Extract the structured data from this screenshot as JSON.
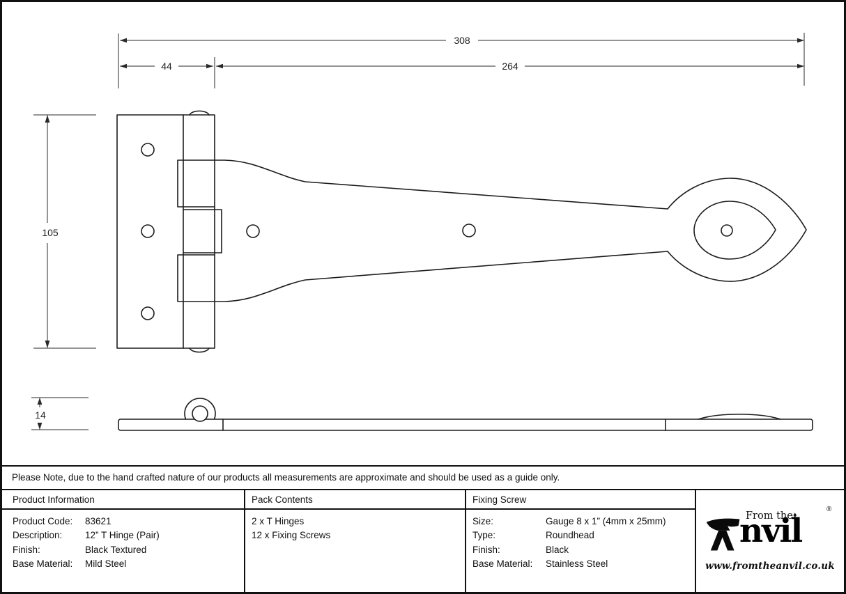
{
  "colors": {
    "ink": "#111111",
    "drawing_line": "#1c1c1c",
    "dimension_line": "#2a2a2a",
    "background": "#ffffff"
  },
  "drawing": {
    "dimensions": {
      "overall_length": "308",
      "plate_width": "44",
      "strap_length": "264",
      "plate_height": "105",
      "thickness": "14"
    }
  },
  "note": {
    "text": "Please Note, due to the hand crafted nature of our products all measurements are approximate and should be used as a guide only."
  },
  "table": {
    "product_information": {
      "header": "Product Information",
      "rows": [
        {
          "label": "Product Code:",
          "value": "83621"
        },
        {
          "label": "Description:",
          "value": "12” T Hinge (Pair)"
        },
        {
          "label": "Finish:",
          "value": "Black Textured"
        },
        {
          "label": "Base Material:",
          "value": "Mild Steel"
        }
      ]
    },
    "pack_contents": {
      "header": "Pack Contents",
      "lines": [
        "2 x T Hinges",
        "12 x Fixing Screws"
      ]
    },
    "fixing_screw": {
      "header": "Fixing Screw",
      "rows": [
        {
          "label": "Size:",
          "value": "Gauge 8 x 1” (4mm x 25mm)"
        },
        {
          "label": "Type:",
          "value": "Roundhead"
        },
        {
          "label": "Finish:",
          "value": "Black"
        },
        {
          "label": "Base Material:",
          "value": "Stainless Steel"
        }
      ]
    }
  },
  "logo": {
    "prefix": "From the",
    "wordmark_rest": "nvil",
    "diamond": "♦",
    "registered": "®",
    "website": "www.fromtheanvil.co.uk"
  }
}
